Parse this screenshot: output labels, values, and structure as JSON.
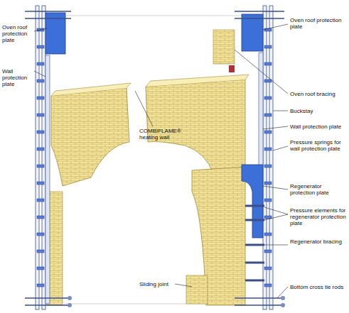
{
  "diagram": {
    "labels": [
      "Oven roof protection plate",
      "Wall protection plate",
      "COMBIFLAME® heating wall",
      "Oven roof protection plate",
      "Oven roof bracing",
      "Buckstay",
      "Wall protection plate",
      "Pressure springs for wall protection plate",
      "Regenerator protection plate",
      "Pressure elements for regenerator protection plate",
      "Regenerator bracing",
      "Sliding joint",
      "Bottom cross tie rods"
    ]
  }
}
